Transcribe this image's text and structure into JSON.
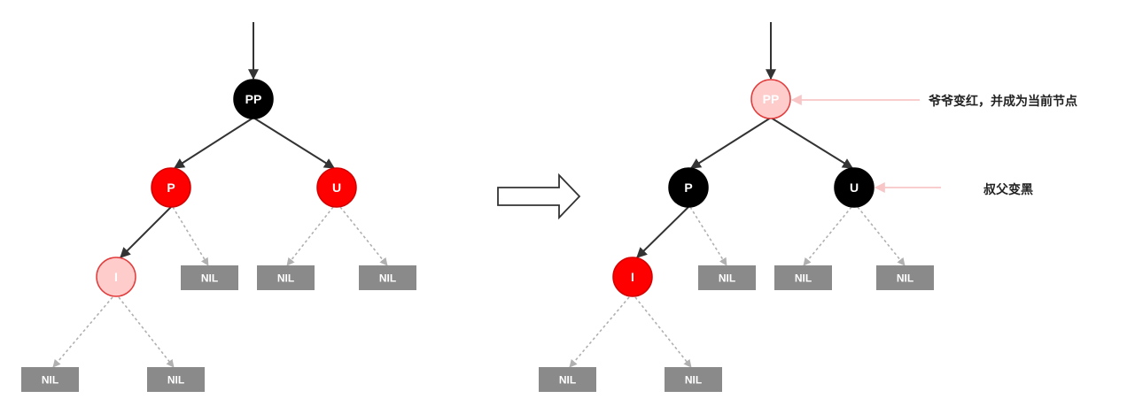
{
  "colors": {
    "red": "#ff0000",
    "red_stroke": "#d40000",
    "pink": "#ffcccc",
    "pink_stroke": "#e23b3b",
    "black": "#000000",
    "nil": "#8a8a8a",
    "edge": "#333333",
    "nil_edge": "#b0b0b0",
    "annotation_arrow": "#f8c6c6"
  },
  "before": {
    "nodes": [
      {
        "label": "PP",
        "color": "black"
      },
      {
        "label": "P",
        "color": "red"
      },
      {
        "label": "U",
        "color": "red"
      },
      {
        "label": "I",
        "color": "pink"
      }
    ],
    "nil_label": "NIL"
  },
  "after": {
    "nodes": [
      {
        "label": "PP",
        "color": "pink"
      },
      {
        "label": "P",
        "color": "black"
      },
      {
        "label": "U",
        "color": "black"
      },
      {
        "label": "I",
        "color": "red"
      }
    ],
    "nil_label": "NIL"
  },
  "annotations": {
    "grandparent": "爷爷变红，并成为当前节点",
    "uncle": "叔父变黑"
  }
}
